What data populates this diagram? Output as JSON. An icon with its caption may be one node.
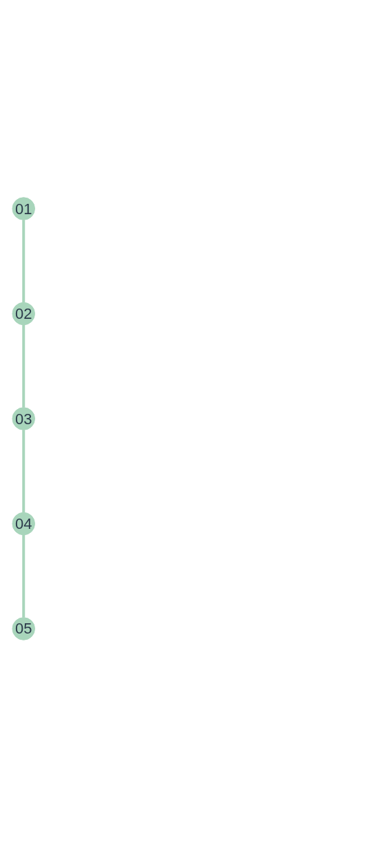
{
  "diagram": {
    "nodes": [
      {
        "text": [
          "01"
        ]
      },
      {
        "text": [
          "02"
        ]
      },
      {
        "text": [
          "03"
        ]
      },
      {
        "text": [
          "04"
        ]
      },
      {
        "text": [
          "05"
        ]
      }
    ],
    "edges": [
      {
        "from": 0,
        "to": 1,
        "arrow": "none"
      },
      {
        "from": 1,
        "to": 2,
        "arrow": "none"
      },
      {
        "from": 2,
        "to": 3,
        "arrow": "none"
      },
      {
        "from": 3,
        "to": 4,
        "arrow": "none"
      }
    ]
  }
}
